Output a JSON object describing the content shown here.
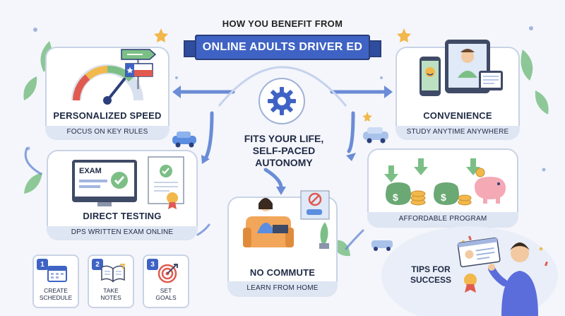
{
  "header": {
    "pre_title": "HOW YOU BENEFIT FROM",
    "title": "ONLINE ADULTS DRIVER ED"
  },
  "center": {
    "line1": "FITS YOUR LIFE,",
    "line2": "SELF-PACED",
    "line3": "AUTONOMY"
  },
  "cards": {
    "speed": {
      "title": "PERSONALIZED SPEED",
      "sub": "FOCUS ON KEY RULES"
    },
    "convenience": {
      "title": "CONVENIENCE",
      "sub": "STUDY ANYTIME ANYWHERE"
    },
    "testing": {
      "title": "DIRECT TESTING",
      "sub": "DPS WRITTEN EXAM ONLINE",
      "screen_label": "EXAM"
    },
    "affordable": {
      "sub": "AFFORDABLE PROGRAM"
    },
    "commute": {
      "title": "NO COMMUTE",
      "sub": "LEARN FROM HOME"
    }
  },
  "steps": [
    {
      "num": "1",
      "line1": "CREATE",
      "line2": "SCHEDULE",
      "icon": "calendar-icon"
    },
    {
      "num": "2",
      "line1": "TAKE",
      "line2": "NOTES",
      "icon": "book-icon"
    },
    {
      "num": "3",
      "line1": "SET",
      "line2": "GOALS",
      "icon": "target-icon"
    }
  ],
  "tips": {
    "line1": "TIPS FOR",
    "line2": "SUCCESS"
  },
  "colors": {
    "accent": "#3f63c4",
    "arrow": "#6b8cd6",
    "card_border": "#c9d3e6",
    "sub_bg": "#dfe6f3"
  }
}
